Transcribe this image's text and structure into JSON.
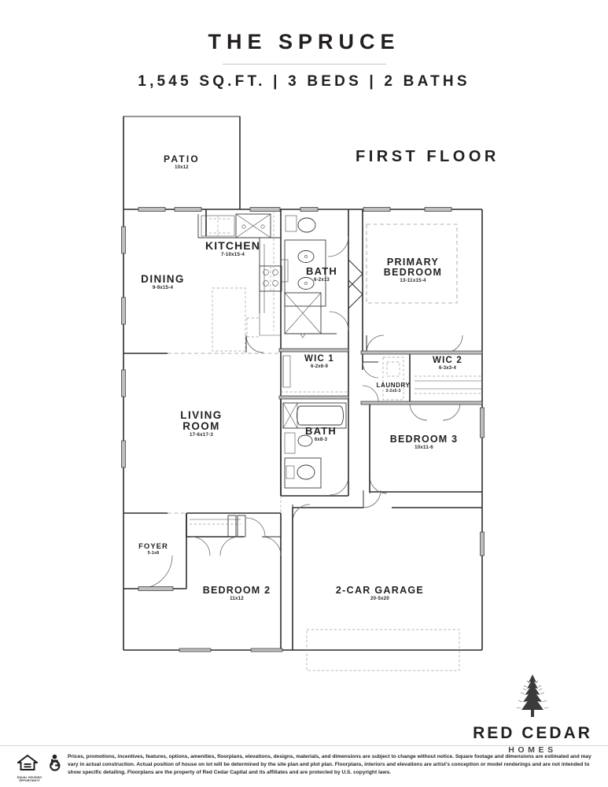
{
  "header": {
    "plan_name": "THE SPRUCE",
    "specs": "1,545 SQ.FT.  |  3 BEDS  |  2 BATHS",
    "floor_label": "FIRST FLOOR"
  },
  "rooms": [
    {
      "key": "patio",
      "name": "PATIO",
      "dim": "10x12"
    },
    {
      "key": "kitchen",
      "name": "KITCHEN",
      "dim": "7-10x15-4"
    },
    {
      "key": "dining",
      "name": "DINING",
      "dim": "9-9x15-4"
    },
    {
      "key": "bath1",
      "name": "BATH",
      "dim": "6-2x13"
    },
    {
      "key": "primary",
      "name": "PRIMARY",
      "name2": "BEDROOM",
      "dim": "13-11x15-4"
    },
    {
      "key": "wic1",
      "name": "WIC 1",
      "dim": "6-2x6-9"
    },
    {
      "key": "wic2",
      "name": "WIC 2",
      "dim": "6-3x3-4"
    },
    {
      "key": "laundry",
      "name": "LAUNDRY",
      "dim": "3-2x5-3"
    },
    {
      "key": "living",
      "name": "LIVING",
      "name2": "ROOM",
      "dim": "17-6x17-3"
    },
    {
      "key": "bath2",
      "name": "BATH",
      "dim": "6x8-3"
    },
    {
      "key": "bed3",
      "name": "BEDROOM 3",
      "dim": "10x11-6"
    },
    {
      "key": "foyer",
      "name": "FOYER",
      "dim": "5-1x8"
    },
    {
      "key": "bed2",
      "name": "BEDROOM 2",
      "dim": "11x12"
    },
    {
      "key": "garage",
      "name": "2-CAR GARAGE",
      "dim": "20-5x20"
    }
  ],
  "brand": {
    "name": "RED CEDAR",
    "sub": "HOMES"
  },
  "footer": {
    "eho_caption": "EQUAL HOUSING\nOPPORTUNITY",
    "disclaimer": "Prices, promotions, incentives, features, options, amenities, floorplans, elevations, designs, materials, and dimensions are subject to change without notice. Square footage and dimensions are estimated and may vary in actual construction. Actual position of house on lot will be determined by the site plan and plot plan. Floorplans, interiors and elevations are artist's conception or model renderings and are not intended to show specific detailing. Floorplans are the property of Red Cedar Capital and its affiliates and are protected by U.S. copyright laws."
  },
  "colors": {
    "ink": "#231f20",
    "wall": "#3a3a3a",
    "wall_fill": "#b8b8b8",
    "dashed": "#8d8d8d",
    "rule": "#c9c6c3"
  }
}
